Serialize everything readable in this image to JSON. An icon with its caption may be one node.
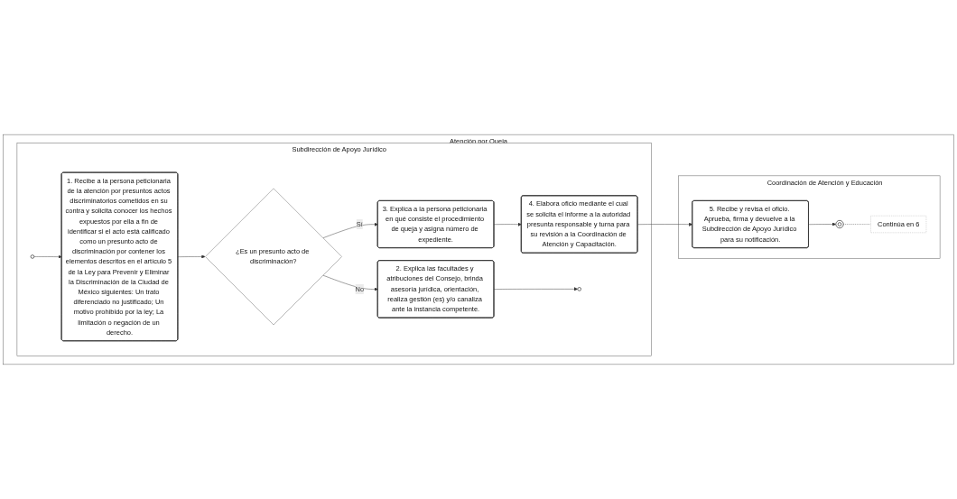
{
  "diagram": {
    "nodes": [
      {
        "text": [
          "Atención por Queja"
        ]
      },
      {
        "text": [
          "Subdirección de Apoyo Jurídico"
        ],
        "in": 0
      },
      {
        "text": [],
        "shape": "circle",
        "in": 1
      },
      {
        "text": [
          "1. Recibe a la persona peticionaria de la atención por presuntos actos discriminatorios cometidos en su contra y solicita conocer los hechos expuestos por ella a fin de identificar si el acto está calificado como un presunto acto de discriminación por contener los elementos descritos en el artículo 5 de la Ley para Prevenir y Eliminar la Discriminación de la Ciudad de México siguientes: Un trato diferenciado no justificado; Un motivo prohibido por la ley; La limitación o negación de un derecho."
        ],
        "in": 1
      },
      {
        "text": [
          "¿Es un presunto acto de discriminación?"
        ],
        "in": 1
      },
      {
        "text": [
          "3. Explica a la persona peticionaria en qué consiste el procedimiento de queja y asigna número de expediente."
        ],
        "in": 1
      },
      {
        "text": [
          "4. Elabora oficio mediante el cual se solicita el informe a la autoridad presunta responsable y turna para su revisión a la Coordinación de Atención y Capacitación."
        ],
        "in": 1
      },
      {
        "text": [
          "2. Explica las facultades y atribuciones del Consejo, brinda asesoría jurídica, orientación, realiza gestión (es) y/o canaliza ante la instancia competente."
        ],
        "in": 1
      },
      {
        "text": [],
        "shape": "circle",
        "in": 1
      },
      {
        "text": [
          "Coordinación de Atención y Educación"
        ],
        "in": 0
      },
      {
        "text": [
          "5. Recibe y revisa el oficio. Aprueba, firma y devuelve a la Subdirección de Apoyo Jurídico para su notificación."
        ],
        "in": 9
      },
      {
        "text": [],
        "shape": "circle",
        "in": 9
      },
      {
        "text": [
          "Continúa en 6"
        ],
        "in": 9
      }
    ],
    "edges": [
      {
        "from": 2,
        "to": 3,
        "arrow": "to"
      },
      {
        "from": 3,
        "to": 4,
        "arrow": "to"
      },
      {
        "from": 4,
        "to": 5,
        "arrow": "to",
        "label": "Sí"
      },
      {
        "from": 4,
        "to": 7,
        "arrow": "to",
        "label": "No"
      },
      {
        "from": 5,
        "to": 6,
        "arrow": "to"
      },
      {
        "from": 7,
        "to": 8,
        "arrow": "to"
      },
      {
        "from": 6,
        "to": 10,
        "arrow": "to"
      },
      {
        "from": 10,
        "to": 11,
        "arrow": "to"
      },
      {
        "from": 11,
        "to": 12,
        "arrow": "none",
        "style": "dashed"
      }
    ]
  }
}
